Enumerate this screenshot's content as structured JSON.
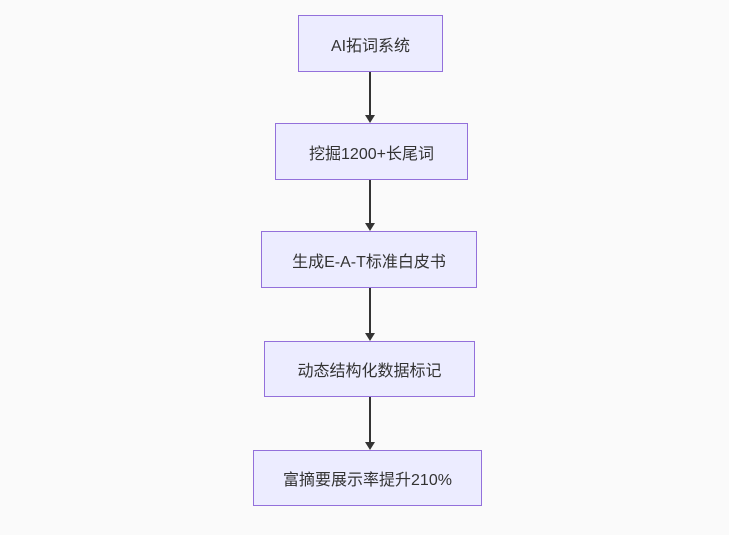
{
  "flowchart": {
    "type": "flowchart",
    "direction": "top-down",
    "background_color": "#FAFAFA",
    "node_style": {
      "fill_color": "#ECECFF",
      "border_color": "#9370DB",
      "text_color": "#333333"
    },
    "arrow_color": "#333333",
    "nodes": [
      {
        "id": "node-1",
        "label": "AI拓词系统"
      },
      {
        "id": "node-2",
        "label": "挖掘1200+长尾词"
      },
      {
        "id": "node-3",
        "label": "生成E-A-T标准白皮书"
      },
      {
        "id": "node-4",
        "label": "动态结构化数据标记"
      },
      {
        "id": "node-5",
        "label": "富摘要展示率提升210%"
      }
    ],
    "edges": [
      {
        "from": "node-1",
        "to": "node-2"
      },
      {
        "from": "node-2",
        "to": "node-3"
      },
      {
        "from": "node-3",
        "to": "node-4"
      },
      {
        "from": "node-4",
        "to": "node-5"
      }
    ]
  }
}
